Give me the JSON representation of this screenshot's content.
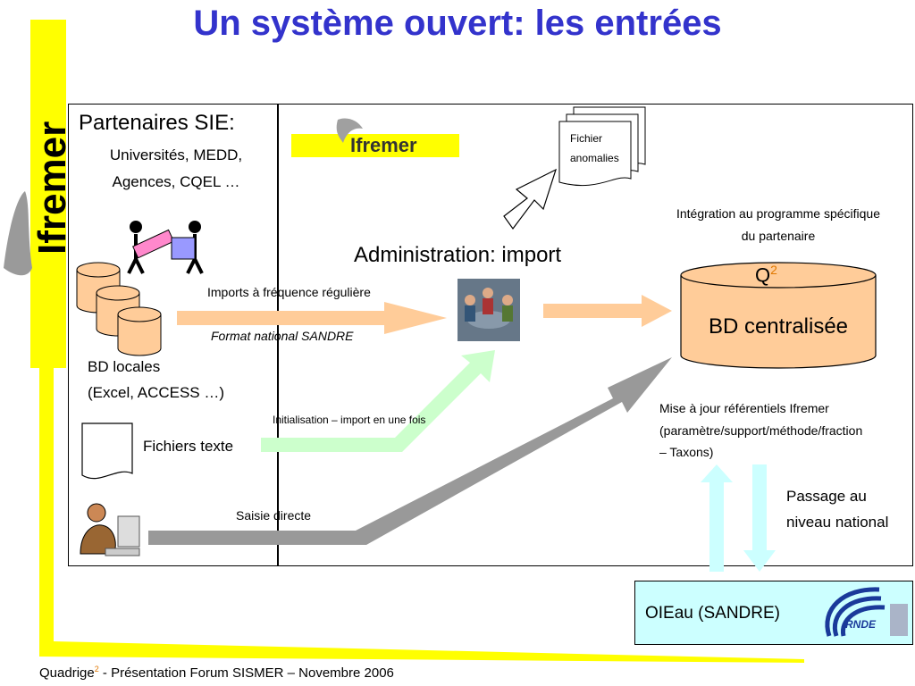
{
  "title": "Un système ouvert: les entrées",
  "brand": {
    "logo_text": "Ifremer",
    "accent_color": "#ffff00"
  },
  "partners": {
    "heading": "Partenaires SIE:",
    "line1": "Universités, MEDD,",
    "line2": "Agences, CQEL …"
  },
  "bd_locales": {
    "line1": "BD locales",
    "line2": "(Excel, ACCESS …)"
  },
  "fichiers_texte": "Fichiers texte",
  "fichier_anomalies": {
    "line1": "Fichier",
    "line2": "anomalies"
  },
  "admin_import": "Administration: import",
  "integration": {
    "line1": "Intégration au programme spécifique",
    "line2": "du partenaire"
  },
  "imports_frequence": "Imports à fréquence régulière",
  "format_sandre": "Format national SANDRE",
  "initialisation": "Initialisation – import en une fois",
  "saisie_directe": "Saisie directe",
  "bd_centralisee": {
    "q_letter": "Q",
    "q_sup": "2",
    "label": "BD centralisée"
  },
  "mise_a_jour": {
    "line1": "Mise à jour référentiels Ifremer",
    "line2": "(paramètre/support/méthode/fraction",
    "line3": "– Taxons)"
  },
  "passage": {
    "line1": "Passage au",
    "line2": "niveau national"
  },
  "oieau": {
    "label": "OIEau (SANDRE)",
    "logo_text": "RNDE"
  },
  "footer": {
    "prefix": "Quadrige",
    "sup": "2",
    "rest": " - Présentation Forum SISMER – Novembre 2006"
  }
}
